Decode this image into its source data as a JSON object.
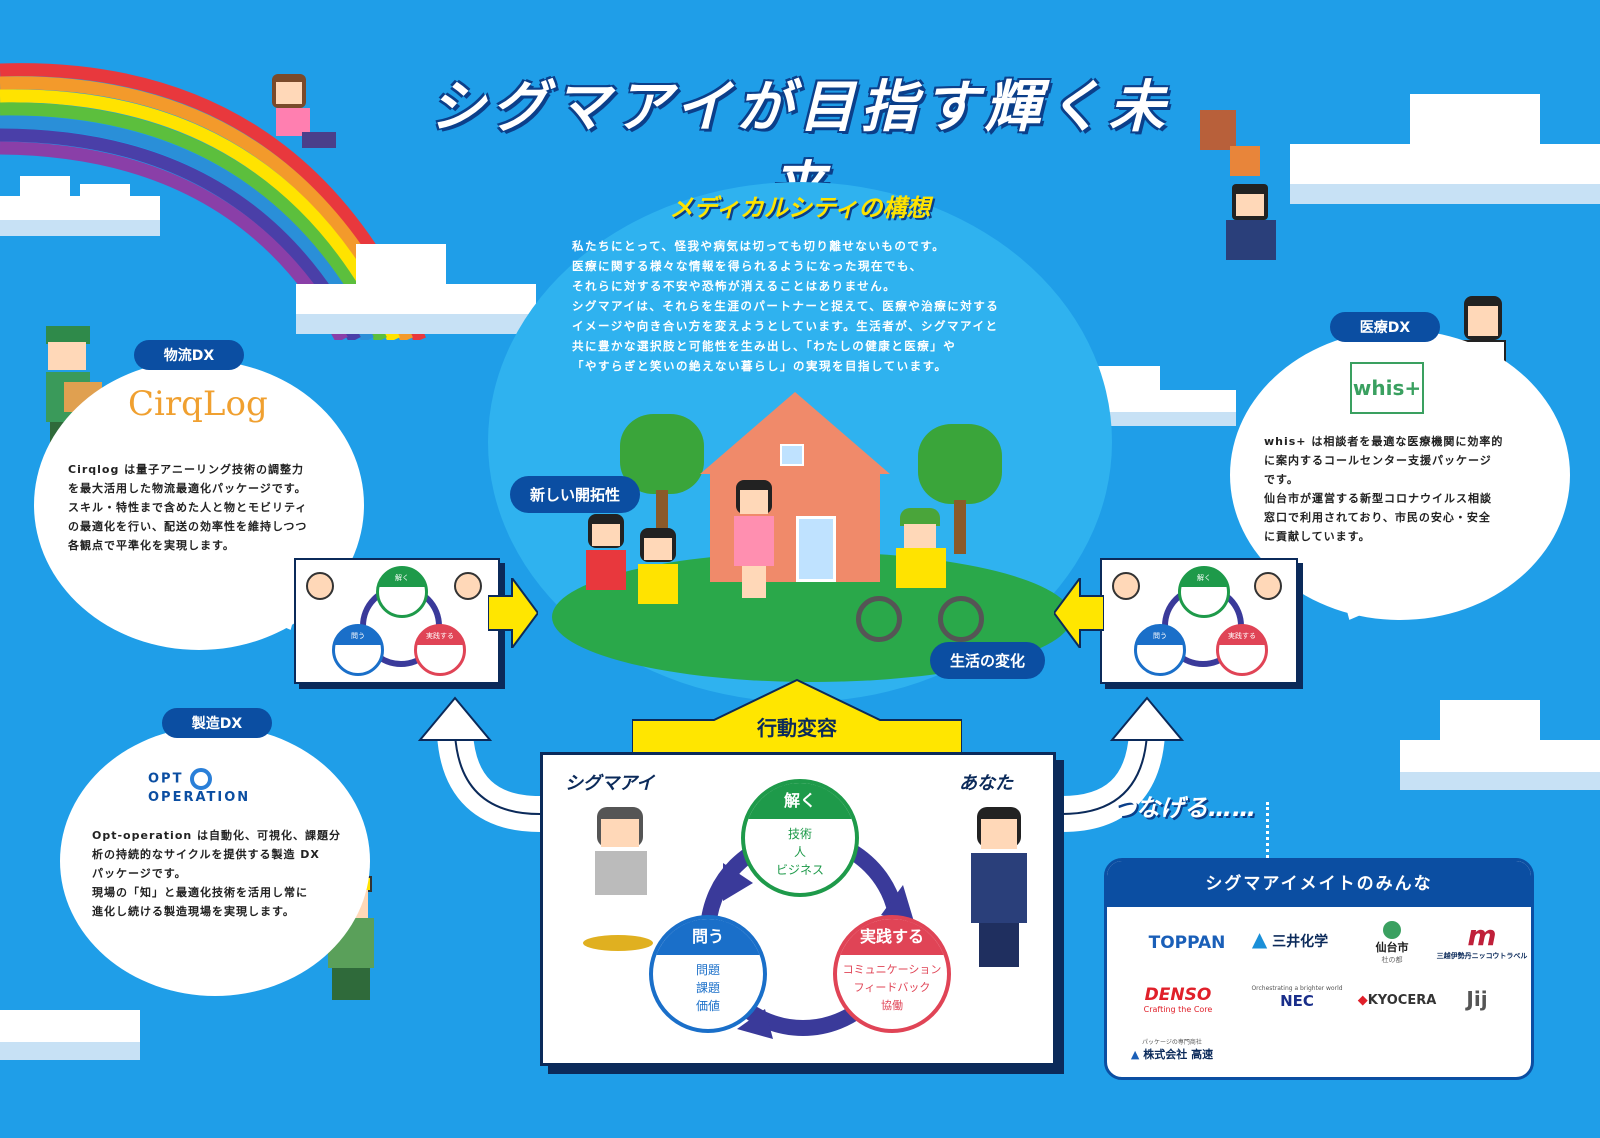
{
  "title": "シグマアイが目指す輝く未来",
  "concept": {
    "title": "メディカルシティの構想",
    "lines": [
      "私たちにとって、怪我や病気は切っても切り離せないものです。",
      "医療に関する様々な情報を得られるようになった現在でも、",
      "それらに対する不安や恐怖が消えることはありません。",
      "シグマアイは、それらを生涯のパートナーと捉えて、医療や治療に対する",
      "イメージや向き合い方を変えようとしています。生活者が、シグマアイと",
      "共に豊かな選択肢と可能性を生み出し、「わたしの健康と医療」や",
      "「やすらぎと笑いの絶えない暮らし」の実現を目指しています。"
    ]
  },
  "scene_labels": {
    "openness": "新しい開拓性",
    "life_change": "生活の変化"
  },
  "logistics": {
    "label": "物流DX",
    "logo": "CirqLog",
    "lines": [
      "Cirqlog は量子アニーリング技術の調整力",
      "を最大活用した物流最適化パッケージです。",
      "スキル・特性まで含めた人と物とモビリティ",
      "の最適化を行い、配送の効率性を維持しつつ",
      "各観点で平準化を実現します。"
    ]
  },
  "manufacturing": {
    "label": "製造DX",
    "logo_left": "OPT",
    "logo_right": "OPERATION",
    "lines": [
      "Opt-operation は自動化、可視化、課題分",
      "析の持続的なサイクルを提供する製造 DX",
      "パッケージです。",
      "現場の「知」と最適化技術を活用し常に",
      "進化し続ける製造現場を実現します。"
    ]
  },
  "medical": {
    "label": "医療DX",
    "logo": "whis+",
    "lines": [
      "whis+ は相談者を最適な医療機関に効率的",
      "に案内するコールセンター支援パッケージ",
      "です。",
      "仙台市が運営する新型コロナウイルス相談",
      "窓口で利用されており、市民の安心・安全",
      "に貢献しています。"
    ]
  },
  "mini_cycle": {
    "solve": "解く",
    "ask": "問う",
    "practice": "実践する"
  },
  "behavior_change": "行動変容",
  "cycle": {
    "left_name": "シグマアイ",
    "right_name": "あなた",
    "solve": {
      "title": "解く",
      "items": [
        "技術",
        "人",
        "ビジネス"
      ]
    },
    "ask": {
      "title": "問う",
      "items": [
        "問題",
        "課題",
        "価値"
      ]
    },
    "practice": {
      "title": "実践する",
      "items": [
        "コミュニケーション",
        "フィードバック",
        "協働"
      ]
    }
  },
  "connect": "つなげる……",
  "partners": {
    "title": "シグマアイメイトのみんな",
    "toppan": "TOPPAN",
    "mitsui": "三井化学",
    "sendai": "仙台市",
    "sendai_sub": "杜の都",
    "mitsukoshi": "三越伊勢丹ニッコウトラベル",
    "denso": "DENSO",
    "denso_sub": "Crafting the Core",
    "nec_sub": "Orchestrating a brighter world",
    "nec": "NEC",
    "kyocera": "KYOCERA",
    "iij": "Jij",
    "kosoku_sub": "パッケージの専門商社",
    "kosoku": "株式会社 高速"
  },
  "colors": {
    "background": "#1f9ee8",
    "navy": "#0b4ea2",
    "solve_green": "#1e9a4a",
    "ask_blue": "#1a6fc9",
    "practice_red": "#e04456",
    "arrow_yellow": "#ffe600"
  }
}
